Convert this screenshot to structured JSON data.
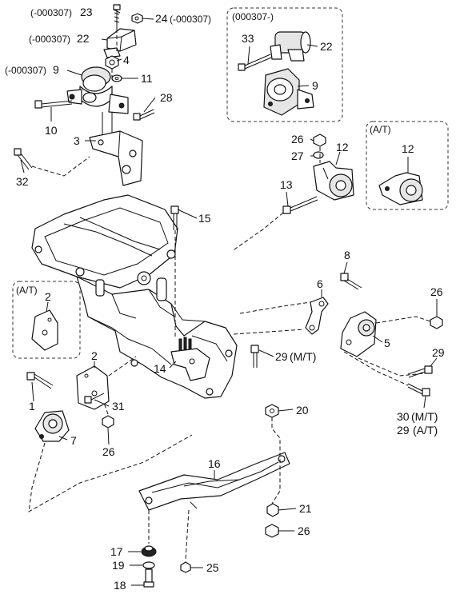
{
  "callouts": {
    "c23_note": "(-000307)",
    "c23": "23",
    "c24": "24",
    "c24_note": "(-000307)",
    "c22_note": "(-000307)",
    "c22": "22",
    "c4": "4",
    "c9_note": "(-000307)",
    "c9": "9",
    "c11": "11",
    "c28": "28",
    "c10": "10",
    "c3": "3",
    "c32": "32",
    "box_top_note": "(000307-)",
    "c33": "33",
    "c22b": "22",
    "c9b": "9",
    "c26a": "26",
    "c27": "27",
    "c12": "12",
    "c13": "13",
    "box_at_right": "(A/T)",
    "c12b": "12",
    "c15": "15",
    "box_at_left": "(A/T)",
    "c2a": "2",
    "c8": "8",
    "c6": "6",
    "c26b": "26",
    "c5": "5",
    "c29a": "29",
    "c29a_note": "(M/T)",
    "c14": "14",
    "c2": "2",
    "c1": "1",
    "c31": "31",
    "c7": "7",
    "c26c": "26",
    "c29b": "29",
    "c30": "30",
    "c30_note": "(M/T)",
    "c29c": "29",
    "c29c_note": "(A/T)",
    "c20": "20",
    "c16": "16",
    "c21": "21",
    "c26d": "26",
    "c17": "17",
    "c19": "19",
    "c25": "25",
    "c18": "18"
  }
}
